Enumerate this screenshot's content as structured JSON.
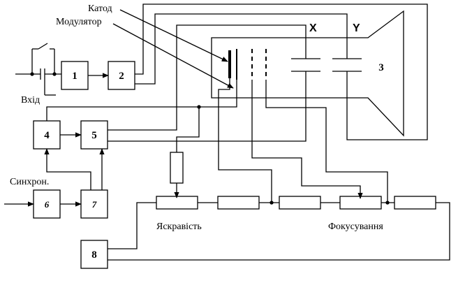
{
  "labels": {
    "cathode": "Катод",
    "modulator": "Модулятор",
    "x_plates": "X",
    "y_plates": "Y",
    "input": "Вхід",
    "sync": "Синхрон.",
    "brightness": "Яскравість",
    "focus": "Фокусування"
  },
  "blocks": {
    "b1": "1",
    "b2": "2",
    "b3": "3",
    "b4": "4",
    "b5": "5",
    "b6": "6",
    "b7": "7",
    "b8": "8"
  }
}
